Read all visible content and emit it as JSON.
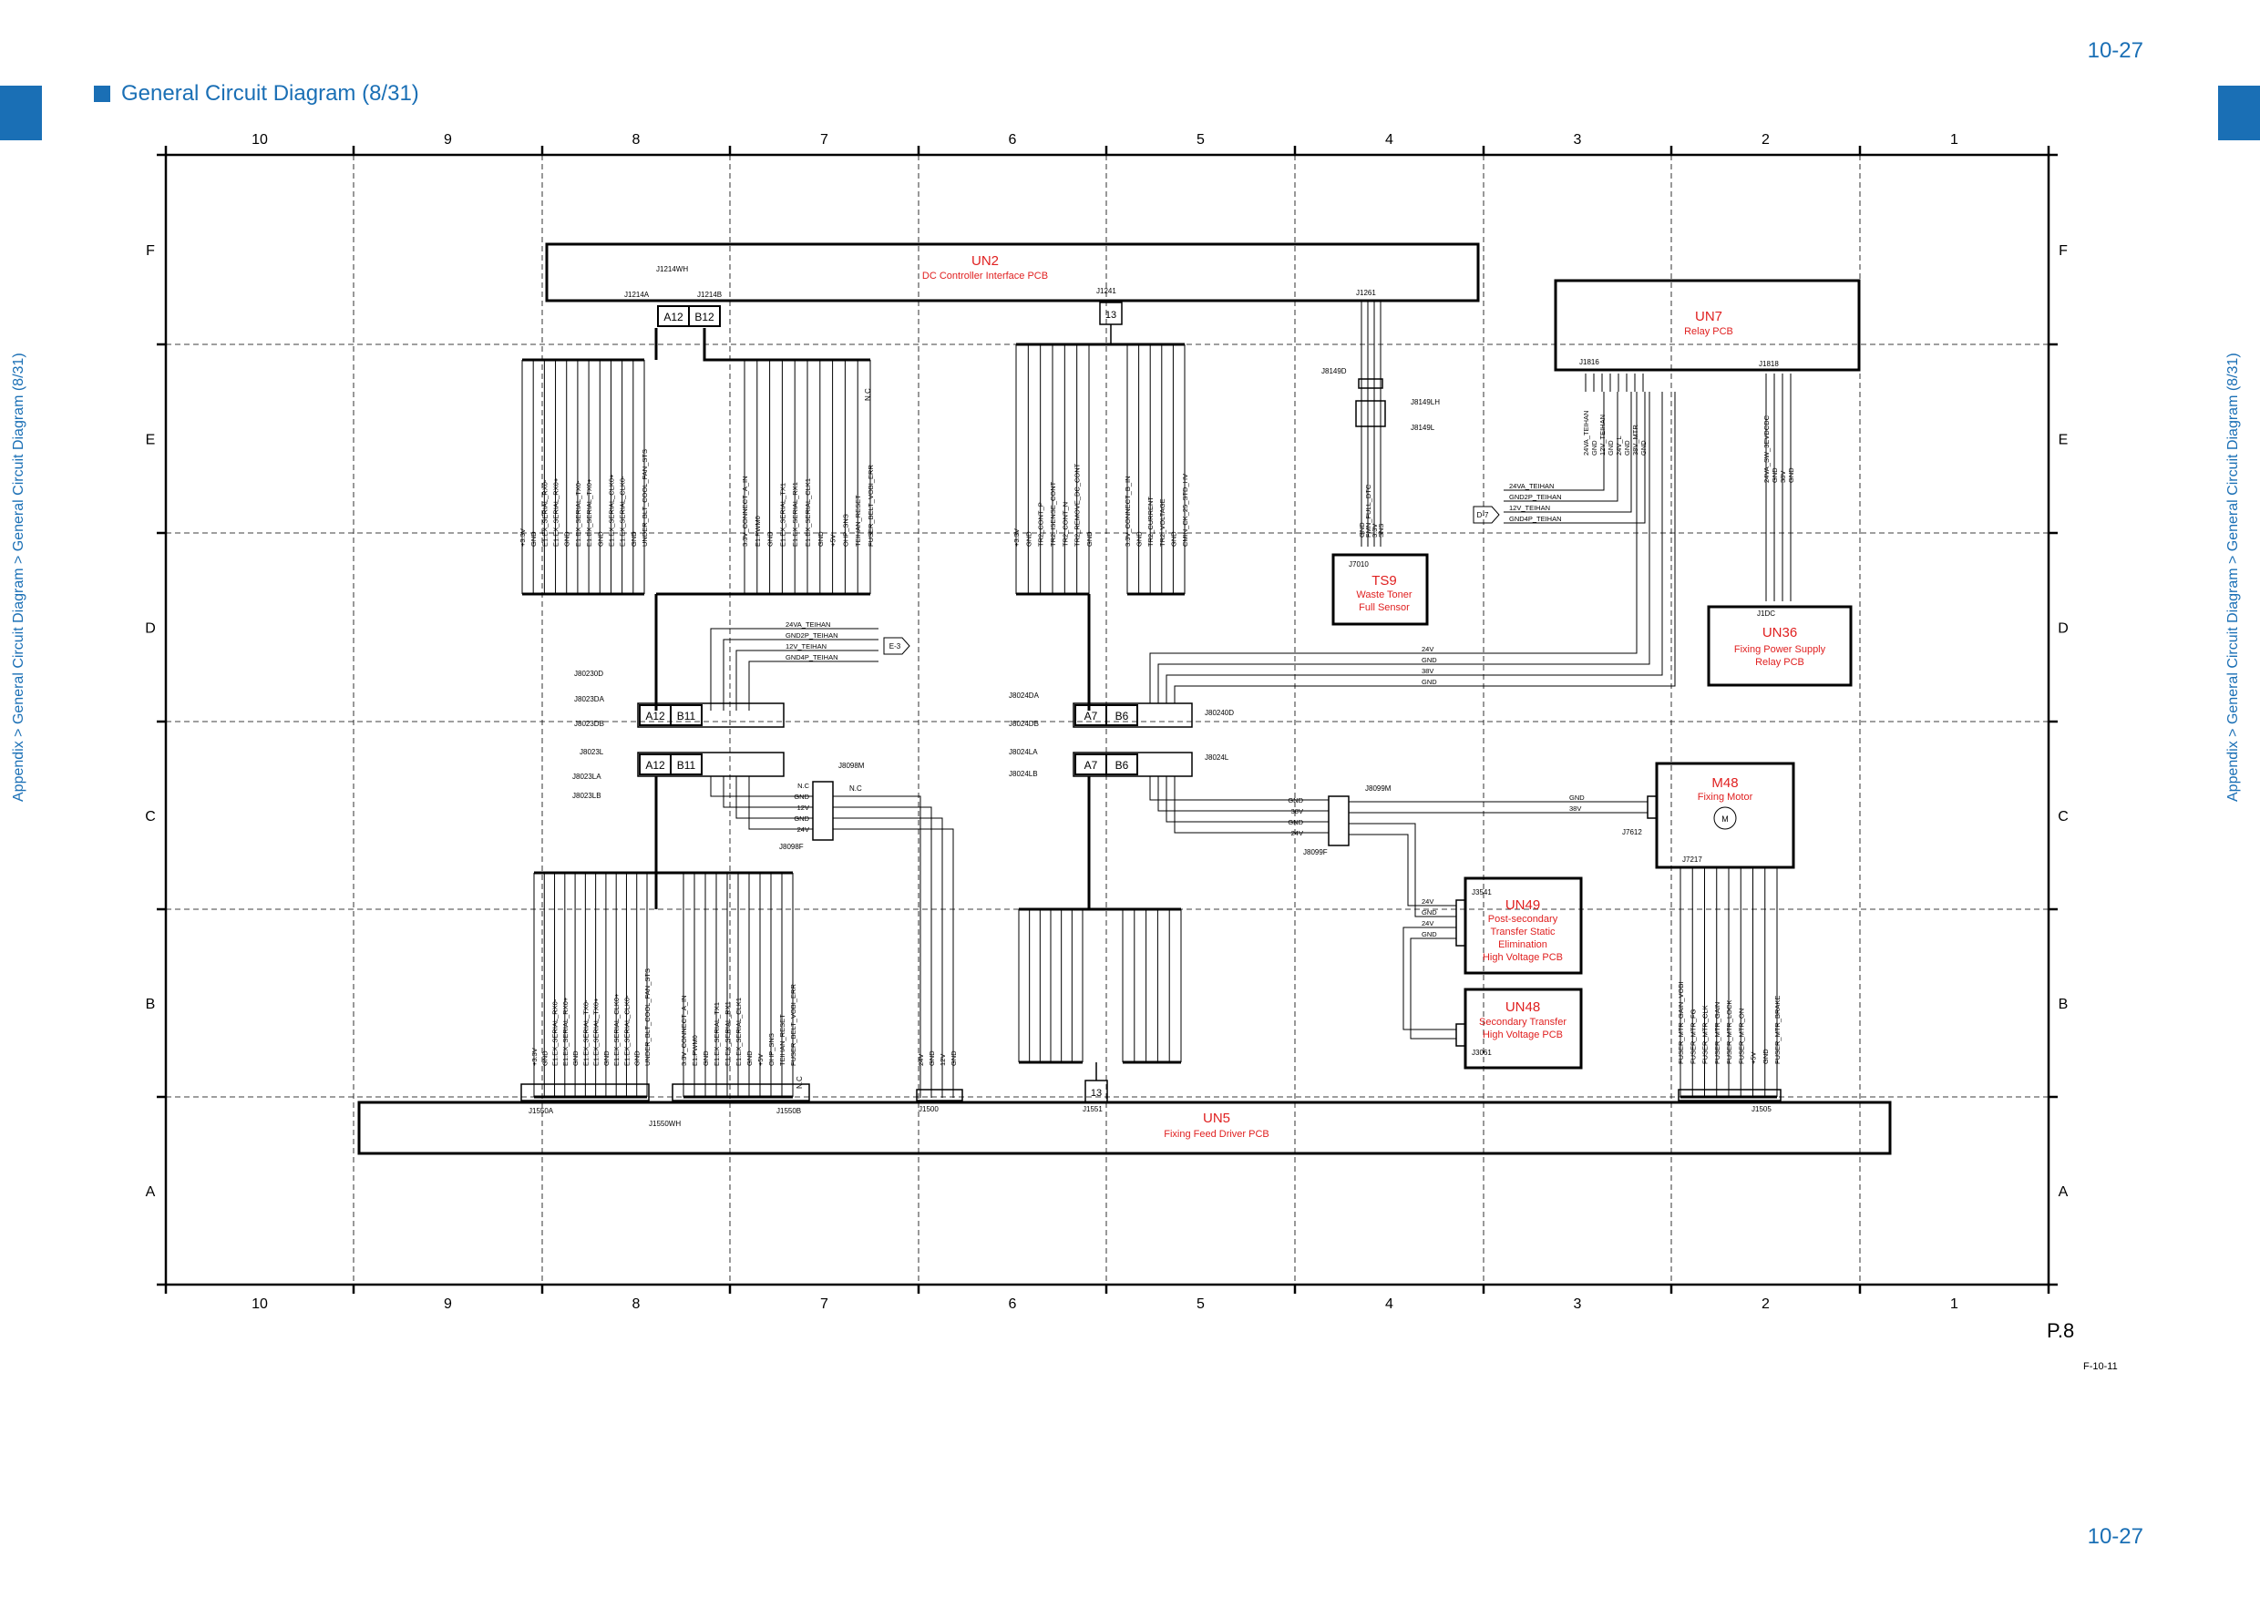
{
  "header": {
    "page_number": "10-27",
    "title": "General Circuit Diagram (8/31)",
    "breadcrumb": "Appendix > General Circuit Diagram > General Circuit Diagram (8/31)"
  },
  "footer": {
    "page_number": "10-27",
    "page_label": "P.8",
    "figure_id": "F-10-11"
  },
  "grid": {
    "columns": [
      "10",
      "9",
      "8",
      "7",
      "6",
      "5",
      "4",
      "3",
      "2",
      "1"
    ],
    "rows": [
      "F",
      "E",
      "D",
      "C",
      "B",
      "A"
    ]
  },
  "colors": {
    "accent": "#1a6fb5",
    "component": "#e02020",
    "line": "#000000"
  },
  "components": {
    "UN2": {
      "id": "UN2",
      "name": "DC Controller Interface PCB"
    },
    "UN7": {
      "id": "UN7",
      "name": "Relay PCB"
    },
    "TS9": {
      "id": "TS9",
      "name1": "Waste Toner",
      "name2": "Full Sensor"
    },
    "UN36": {
      "id": "UN36",
      "name1": "Fixing Power Supply",
      "name2": "Relay PCB"
    },
    "M48": {
      "id": "M48",
      "name": "Fixing Motor",
      "symbol": "M"
    },
    "UN49": {
      "id": "UN49",
      "name1": "Post-secondary",
      "name2": "Transfer Static",
      "name3": "Elimination",
      "name4": "High Voltage PCB"
    },
    "UN48": {
      "id": "UN48",
      "name1": "Secondary Transfer",
      "name2": "High Voltage PCB"
    },
    "UN5": {
      "id": "UN5",
      "name": "Fixing Feed Driver PCB"
    }
  },
  "connectors": {
    "J1214WH": "J1214WH",
    "J1214A": "J1214A",
    "J1214B": "J1214B",
    "J1241": "J1241",
    "J1261": "J1261",
    "J1816": "J1816",
    "J1818": "J1818",
    "J8149D": "J8149D",
    "J8149LH": "J8149LH",
    "J8149L": "J8149L",
    "J7010": "J7010",
    "J1DC": "J1DC",
    "J80230D": "J80230D",
    "J8023DA": "J8023DA",
    "J8023DB": "J8023DB",
    "J8023L": "J8023L",
    "J8023LA": "J8023LA",
    "J8023LB": "J8023LB",
    "J8098M": "J8098M",
    "J8098F": "J8098F",
    "J8024DA": "J8024DA",
    "J8024DB": "J8024DB",
    "J80240D": "J80240D",
    "J8024LA": "J8024LA",
    "J8024LB": "J8024LB",
    "J8024L": "J8024L",
    "J8099M": "J8099M",
    "J8099F": "J8099F",
    "J7612": "J7612",
    "J7217": "J7217",
    "J3541": "J3541",
    "J3061": "J3061",
    "J1550A": "J1550A",
    "J1550WH": "J1550WH",
    "J1550B": "J1550B",
    "J1500": "J1500",
    "J1551": "J1551",
    "J1505": "J1505"
  },
  "markers": {
    "A12": "A12",
    "B12": "B11",
    "B12top": "B12",
    "A7": "A7",
    "B6": "B6",
    "n13": "13",
    "E3": "E-3",
    "D7": "D-7",
    "NC": "N.C"
  },
  "signals": {
    "un2_left": [
      "+3.3V",
      "GND",
      "E1.EX_SERIAL_RX0-",
      "E1.EX_SERIAL_RX0+",
      "GND",
      "E1.EX_SERIAL_TX0-",
      "E1.EX_SERIAL_TX0+",
      "GND",
      "E1.EX_SERIAL_CLK0+",
      "E1.EX_SERIAL_CLK0-",
      "GND",
      "UNDER_BLT_COOL_FAN_STS"
    ],
    "un2_mid": [
      "3.3V_CONNECT_A_IN",
      "E1.PWM0",
      "GND",
      "E1.EX_SERIAL_TX1",
      "E1.EX_SERIAL_RX1",
      "E1.EX_SERIAL_CLK1",
      "GND",
      "+5V",
      "OHP_SNS",
      "TEIHAN_RESET",
      "FUSER_BELT_VOBI_ERR"
    ],
    "un2_right1": [
      "+3.3V",
      "GND",
      "TR2_CONT_P",
      "TR2_ISENSE_CONT",
      "TR2_CONT_N",
      "TR2_REMOVE_DC_CONT",
      "GND"
    ],
    "un2_right2": [
      "3.3V_CONNECT_B_IN",
      "GND",
      "TR2_CURRENT",
      "TR2_VOLTAGE",
      "GND",
      "CMIN_CK_25_STD_HV"
    ],
    "ts9": [
      "GND",
      "FMN_FULL_DTC",
      "3.3V",
      "SNS"
    ],
    "un7_left": [
      "24VA_TEIHAN",
      "GND",
      "12V_TEIHAN",
      "GND",
      "24V_L",
      "GND",
      "38V_MTR",
      "GND"
    ],
    "un7_right": [
      "24VA_SW_3EVDCDC",
      "GND",
      "38V",
      "GND"
    ],
    "d7_lines": [
      "24VA_TEIHAN",
      "GND2P_TEIHAN",
      "12V_TEIHAN",
      "GND4P_TEIHAN"
    ],
    "e3_lines": [
      "24VA_TEIHAN",
      "GND2P_TEIHAN",
      "12V_TEIHAN",
      "GND4P_TEIHAN"
    ],
    "d_lines": [
      "24V",
      "GND",
      "38V",
      "GND"
    ],
    "j8098": [
      "N.C",
      "GND",
      "12V",
      "GND",
      "24V"
    ],
    "j8099": [
      "GND",
      "38V",
      "GND",
      "24V"
    ],
    "m48_pins": [
      "GND",
      "38V"
    ],
    "un49_pins": [
      "24V",
      "GND",
      "24V",
      "GND"
    ],
    "un5_left": [
      "+3.3V",
      "GND",
      "E1.EX_SERIAL_RX0-",
      "E1.EX_SERIAL_RX0+",
      "GND",
      "E1.EX_SERIAL_TX0-",
      "E1.EX_SERIAL_TX0+",
      "GND",
      "E1.EX_SERIAL_CLK0+",
      "E1.EX_SERIAL_CLK0-",
      "GND",
      "UNDER_BLT_COOL_FAN_STS"
    ],
    "un5_mid": [
      "3.3V_CONNECT_A_IN",
      "E1.PWM0",
      "GND",
      "E1.EX_SERIAL_TX1",
      "E1.EX_SERIAL_RX1",
      "E1.EX_SERIAL_CLK1",
      "GND",
      "+5V",
      "OHP_SNS",
      "TEIHAN_RESET",
      "FUSER_BELT_VOBI_ERR"
    ],
    "un5_j1500": [
      "24V",
      "GND",
      "12V",
      "GND"
    ],
    "un5_right": [
      "FUSER_MTR_GAIN_VOBI",
      "FUSER_MTR_FG",
      "FUSER_MTR_CLK",
      "FUSER_MTR_GAIN",
      "FUSER_MTR_LOCK",
      "FUSER_MTR_ON",
      "+5V",
      "GND",
      "FUSER_MTR_BRAKE"
    ]
  }
}
